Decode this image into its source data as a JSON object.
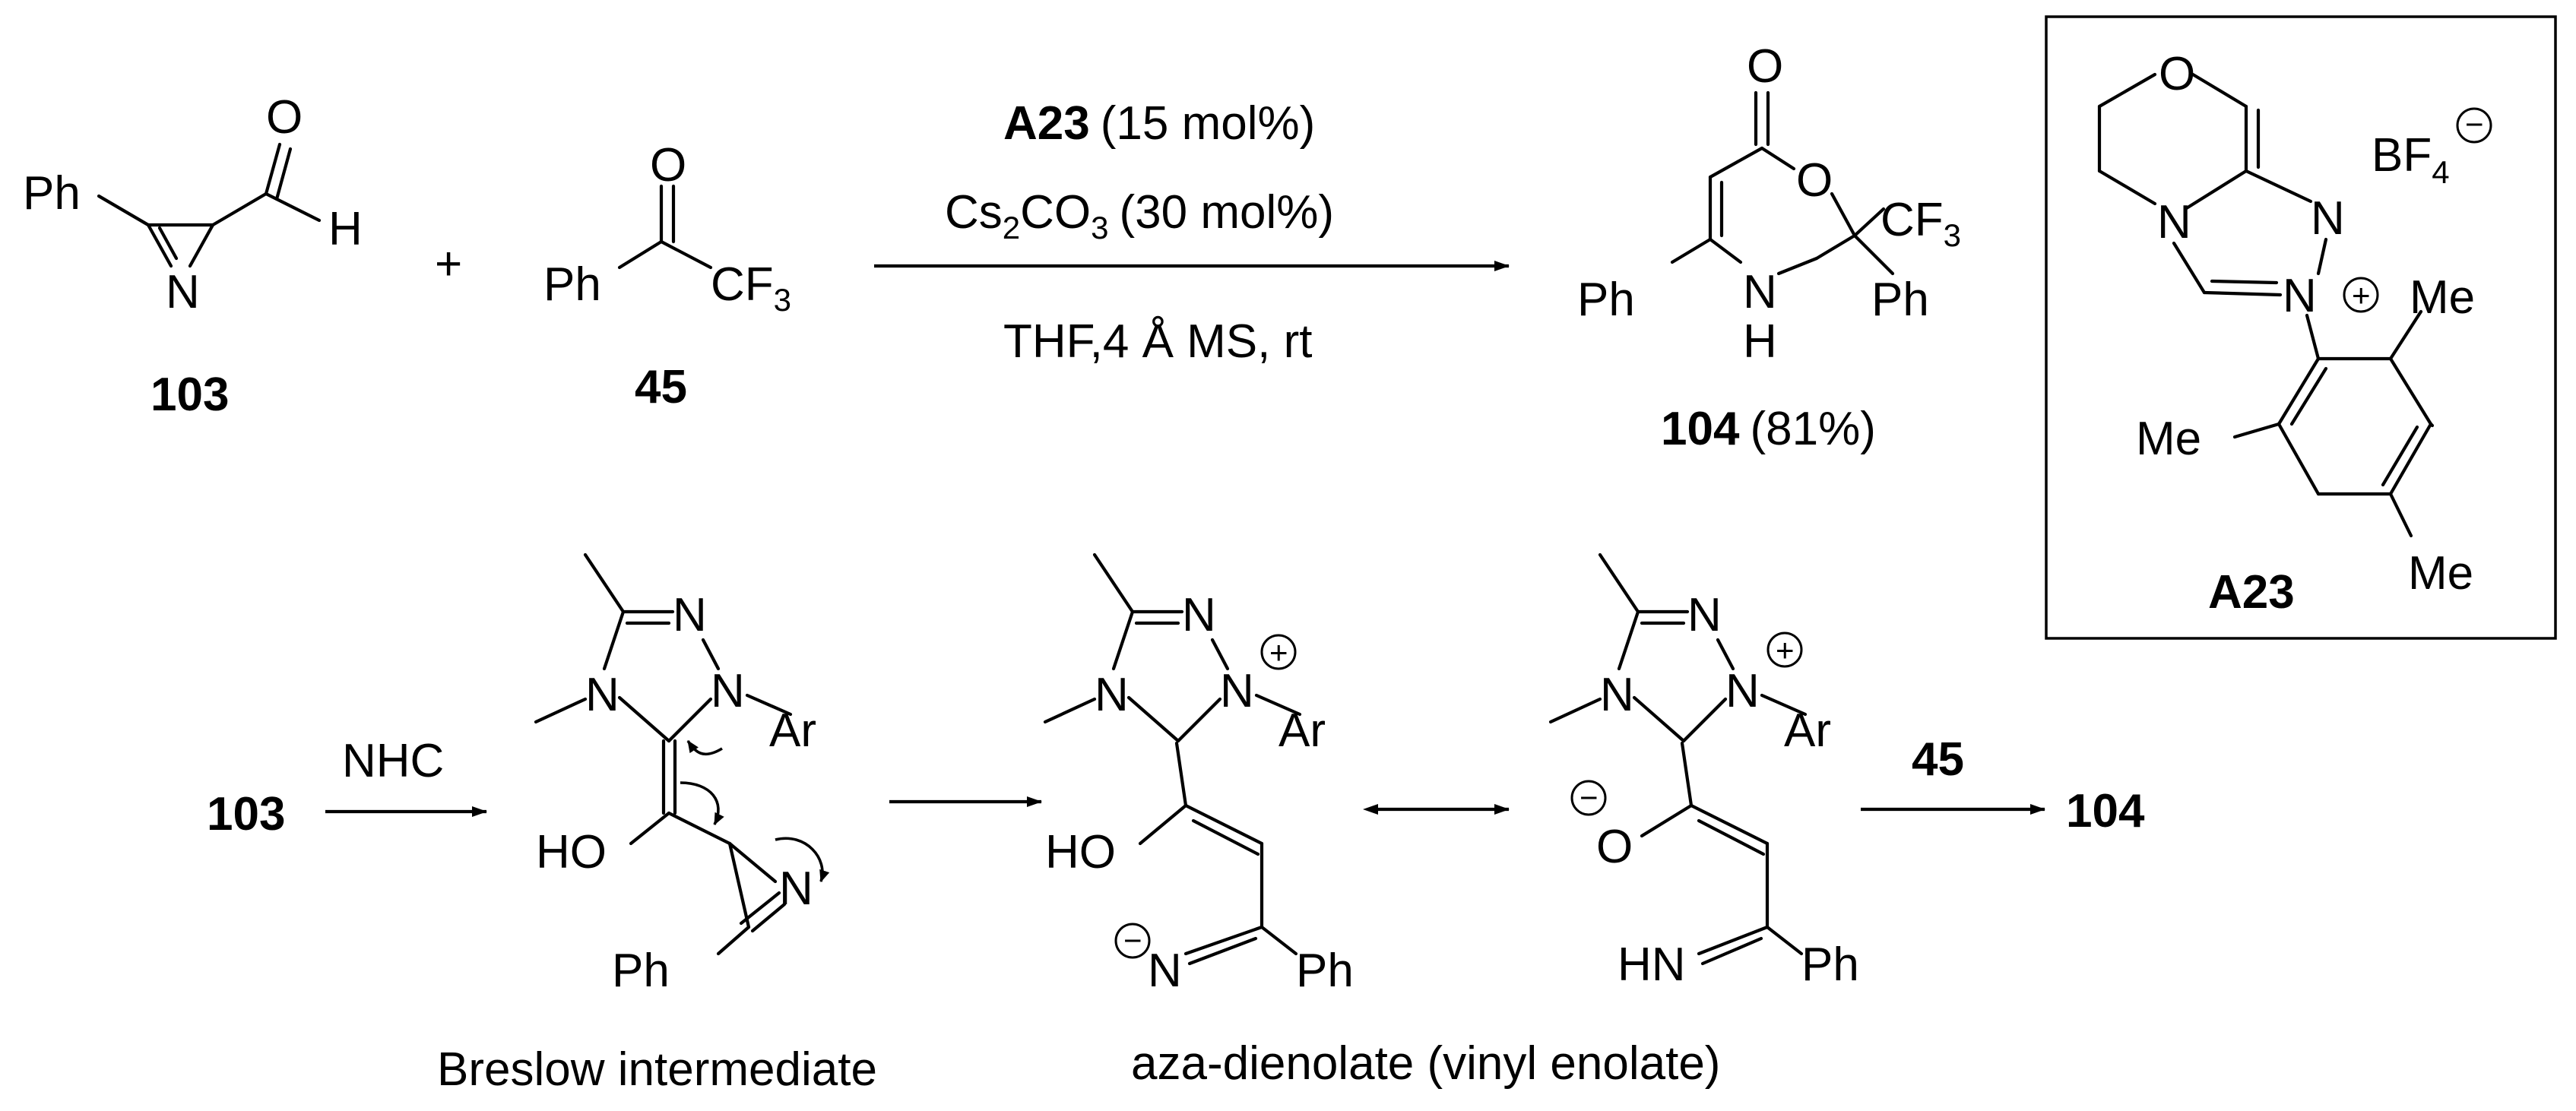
{
  "compounds": {
    "c103": {
      "label": "103",
      "ph": "Ph",
      "o": "O",
      "h": "H",
      "n": "N"
    },
    "c45": {
      "label": "45",
      "ph": "Ph",
      "o": "O",
      "cf3_main": "CF",
      "cf3_sub": "3"
    },
    "c104": {
      "label": "104",
      "yield": "(81%)",
      "o_carbonyl": "O",
      "o_ring": "O",
      "n": "N",
      "h": "H",
      "ph_left": "Ph",
      "ph_right": "Ph",
      "cf3_main": "CF",
      "cf3_sub": "3"
    }
  },
  "plus": "+",
  "conditions": {
    "catalyst": "A23",
    "catalyst_loading": "(15 mol%)",
    "base_cs": "Cs",
    "base_sub2": "2",
    "base_co": "CO",
    "base_sub3": "3",
    "base_loading": "(30 mol%)",
    "solvent": "THF,4 Å MS, rt"
  },
  "catalyst_box": {
    "label": "A23",
    "o": "O",
    "n1": "N",
    "n2": "N",
    "n3": "N",
    "charge": "+",
    "bf": "BF",
    "bf_sub": "4",
    "anion_charge": "−",
    "me1": "Me",
    "me2": "Me",
    "me3": "Me"
  },
  "mechanism": {
    "start": "103",
    "step1_reagent": "NHC",
    "breslow_label": "Breslow intermediate",
    "aza_label": "aza-dienolate (vinyl enolate)",
    "step_final_reagent": "45",
    "product": "104",
    "n": "N",
    "ar": "Ar",
    "ho": "HO",
    "o": "O",
    "hn": "HN",
    "ph": "Ph",
    "plus": "+",
    "minus": "−"
  },
  "colors": {
    "ink": "#000000",
    "background": "#ffffff"
  }
}
